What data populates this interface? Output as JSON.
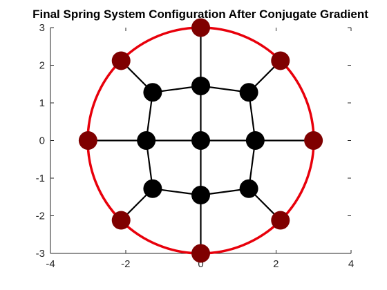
{
  "chart_data": {
    "type": "scatter",
    "title": "Final Spring System Configuration After Conjugate Gradient",
    "xlabel": "",
    "ylabel": "",
    "xlim": [
      -4,
      4
    ],
    "ylim": [
      -3,
      3
    ],
    "xticks": [
      -4,
      -2,
      0,
      2,
      4
    ],
    "yticks": [
      -3,
      -2,
      -1,
      0,
      1,
      2,
      3
    ],
    "grid": false,
    "boundary_circle": {
      "cx": 0,
      "cy": 0,
      "r": 3,
      "color": "#e8000b"
    },
    "fixed_nodes": {
      "color": "#7f0000",
      "points": [
        {
          "x": 0,
          "y": 3
        },
        {
          "x": 2.12,
          "y": 2.12
        },
        {
          "x": 3,
          "y": 0
        },
        {
          "x": 2.12,
          "y": -2.12
        },
        {
          "x": 0,
          "y": -3
        },
        {
          "x": -2.12,
          "y": -2.12
        },
        {
          "x": -3,
          "y": 0
        },
        {
          "x": -2.12,
          "y": 2.12
        }
      ]
    },
    "free_nodes": {
      "color": "#000000",
      "points": [
        {
          "x": 0,
          "y": 0
        },
        {
          "x": 0,
          "y": 1.45
        },
        {
          "x": 1.28,
          "y": 1.28
        },
        {
          "x": 1.45,
          "y": 0
        },
        {
          "x": 1.28,
          "y": -1.28
        },
        {
          "x": 0,
          "y": -1.45
        },
        {
          "x": -1.28,
          "y": -1.28
        },
        {
          "x": -1.45,
          "y": 0
        },
        {
          "x": -1.28,
          "y": 1.28
        }
      ]
    },
    "springs": [
      {
        "from": [
          0,
          0
        ],
        "to": [
          0,
          1.45
        ]
      },
      {
        "from": [
          0,
          0
        ],
        "to": [
          1.45,
          0
        ]
      },
      {
        "from": [
          0,
          0
        ],
        "to": [
          0,
          -1.45
        ]
      },
      {
        "from": [
          0,
          0
        ],
        "to": [
          -1.45,
          0
        ]
      },
      {
        "from": [
          0,
          1.45
        ],
        "to": [
          1.28,
          1.28
        ]
      },
      {
        "from": [
          1.28,
          1.28
        ],
        "to": [
          1.45,
          0
        ]
      },
      {
        "from": [
          1.45,
          0
        ],
        "to": [
          1.28,
          -1.28
        ]
      },
      {
        "from": [
          1.28,
          -1.28
        ],
        "to": [
          0,
          -1.45
        ]
      },
      {
        "from": [
          0,
          -1.45
        ],
        "to": [
          -1.28,
          -1.28
        ]
      },
      {
        "from": [
          -1.28,
          -1.28
        ],
        "to": [
          -1.45,
          0
        ]
      },
      {
        "from": [
          -1.45,
          0
        ],
        "to": [
          -1.28,
          1.28
        ]
      },
      {
        "from": [
          -1.28,
          1.28
        ],
        "to": [
          0,
          1.45
        ]
      },
      {
        "from": [
          0,
          1.45
        ],
        "to": [
          0,
          3
        ]
      },
      {
        "from": [
          1.28,
          1.28
        ],
        "to": [
          2.12,
          2.12
        ]
      },
      {
        "from": [
          1.45,
          0
        ],
        "to": [
          3,
          0
        ]
      },
      {
        "from": [
          1.28,
          -1.28
        ],
        "to": [
          2.12,
          -2.12
        ]
      },
      {
        "from": [
          0,
          -1.45
        ],
        "to": [
          0,
          -3
        ]
      },
      {
        "from": [
          -1.28,
          -1.28
        ],
        "to": [
          -2.12,
          -2.12
        ]
      },
      {
        "from": [
          -1.45,
          0
        ],
        "to": [
          -3,
          0
        ]
      },
      {
        "from": [
          -1.28,
          1.28
        ],
        "to": [
          -2.12,
          2.12
        ]
      }
    ],
    "spring_color": "#000000"
  }
}
